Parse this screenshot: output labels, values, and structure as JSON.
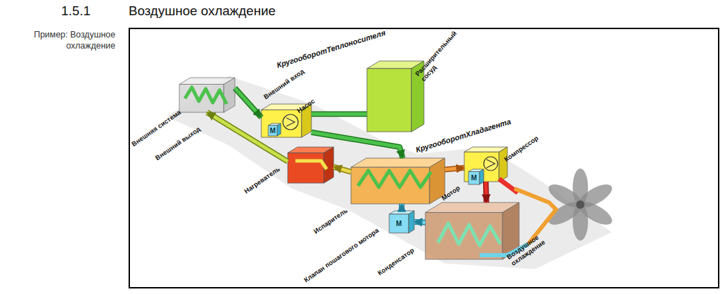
{
  "diagram": {
    "title": "Воздушное охлаждение",
    "caption": "Пример: Воздушное охлаждение",
    "nodes": [
      {
        "text": [
          "Внешняя система"
        ]
      },
      {
        "text": [
          "Насос"
        ]
      },
      {
        "text": [
          "M"
        ],
        "in": 1
      },
      {
        "text": [
          "Расширительный сосуд"
        ]
      },
      {
        "text": [
          "Нагреватель"
        ]
      },
      {
        "text": [
          "Испаритель"
        ]
      },
      {
        "text": [
          "Компрессор"
        ]
      },
      {
        "text": [
          "M",
          "Мотор"
        ],
        "in": 6
      },
      {
        "text": [
          "M",
          "Клапан пошагового мотора"
        ]
      },
      {
        "text": [
          "Конденсатор"
        ]
      }
    ],
    "edges": [
      {
        "from": 0,
        "to": 1,
        "arrow": "to",
        "label": "Внешний вход"
      },
      {
        "from": 1,
        "to": 3,
        "arrow": "none"
      },
      {
        "from": 1,
        "to": 5,
        "arrow": "to"
      },
      {
        "from": 5,
        "to": 4,
        "arrow": "to"
      },
      {
        "from": 4,
        "to": 0,
        "arrow": "to",
        "label": "Внешний выход"
      },
      {
        "from": 5,
        "to": 6,
        "arrow": "to"
      },
      {
        "from": 6,
        "to": 9,
        "arrow": "to"
      },
      {
        "from": 9,
        "to": 8,
        "arrow": "to"
      },
      {
        "from": 8,
        "to": 5,
        "arrow": "to"
      }
    ],
    "labels": [
      "1.5.1",
      "КругооборотТеплоносителя",
      "КругооборотХладагента",
      "Воздушное охлаждение"
    ]
  }
}
